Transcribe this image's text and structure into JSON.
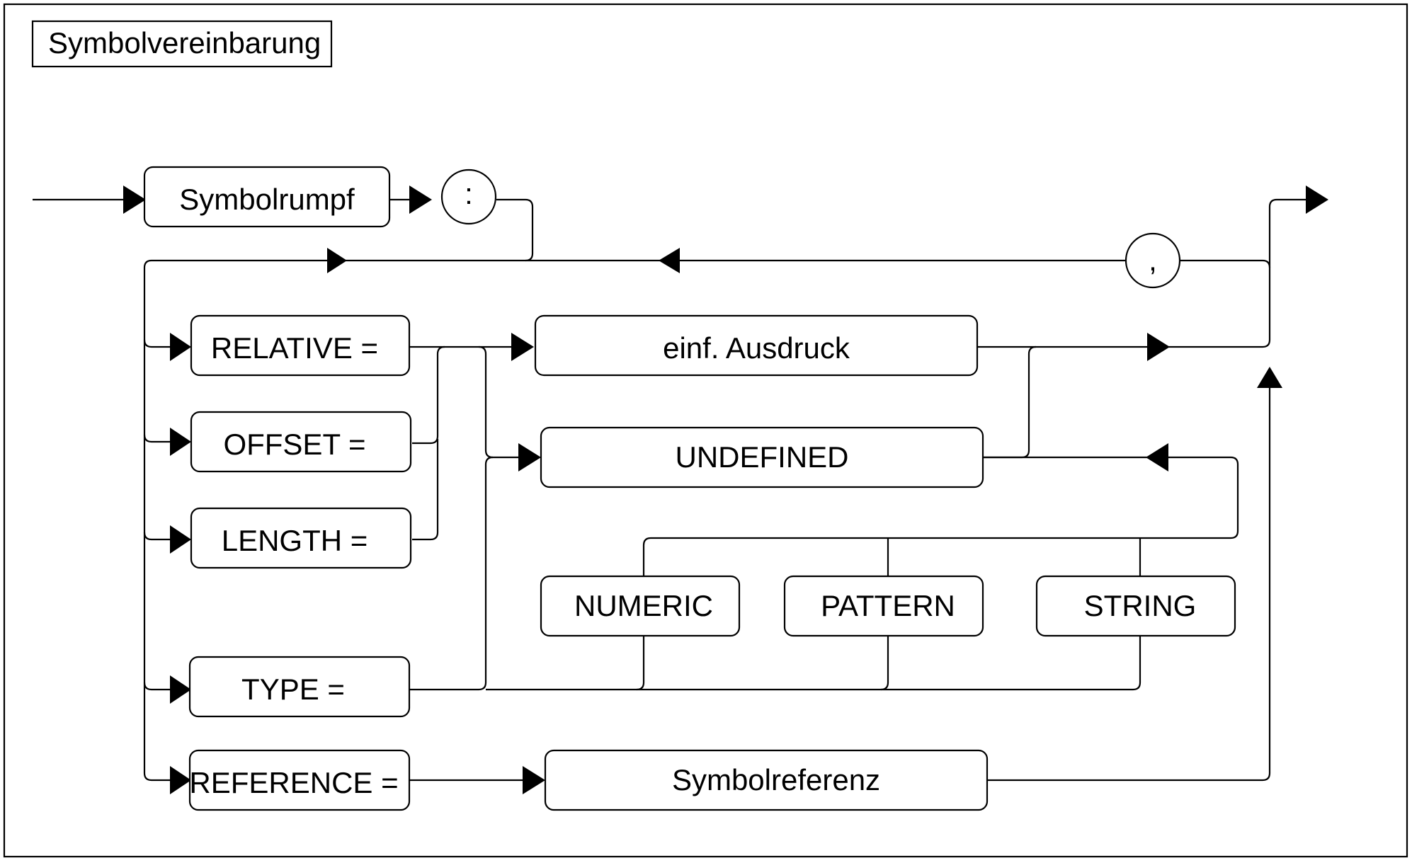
{
  "title": "Symbolvereinbarung",
  "nodes": {
    "symbolrumpf": "Symbolrumpf",
    "colon": ":",
    "comma": ",",
    "relative": "RELATIVE =",
    "offset": "OFFSET =",
    "length": "LENGTH =",
    "type": "TYPE =",
    "reference": "REFERENCE =",
    "einf_ausdruck": "einf. Ausdruck",
    "undefined": "UNDEFINED",
    "numeric": "NUMERIC",
    "pattern": "PATTERN",
    "string": "STRING",
    "symbolreferenz": "Symbolreferenz"
  }
}
